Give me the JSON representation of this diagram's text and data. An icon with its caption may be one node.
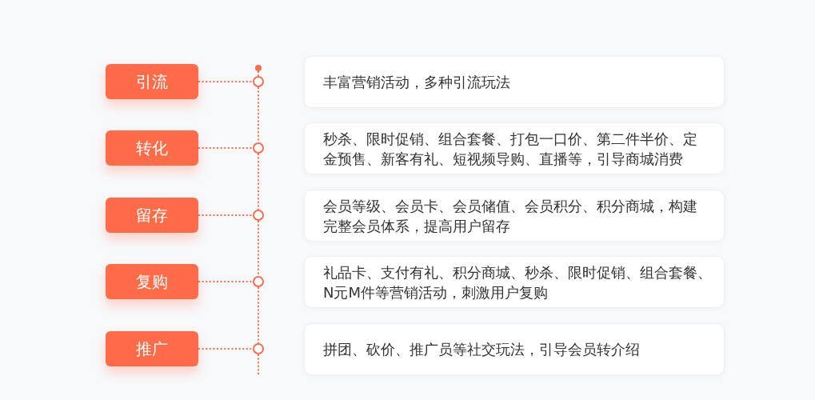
{
  "diagram": {
    "nodes": [
      {
        "text": [],
        "shape": "circle"
      },
      {
        "text": [
          "引流"
        ]
      },
      {
        "text": [],
        "shape": "circle"
      },
      {
        "text": [
          "丰富营销活动，多种引流玩法"
        ]
      },
      {
        "text": [
          "转化"
        ]
      },
      {
        "text": [],
        "shape": "circle"
      },
      {
        "text": [
          "秒杀、限时促销、组合套餐、打包一口价、第二件半价、定金预售、新客有礼、短视频导购、直播等，引导商城消费"
        ]
      },
      {
        "text": [
          "留存"
        ]
      },
      {
        "text": [],
        "shape": "circle"
      },
      {
        "text": [
          "会员等级、会员卡、会员储值、会员积分、积分商城，构建完整会员体系，提高用户留存"
        ]
      },
      {
        "text": [
          "复购"
        ]
      },
      {
        "text": [],
        "shape": "circle"
      },
      {
        "text": [
          "礼品卡、支付有礼、积分商城、秒杀、限时促销、组合套餐、N元M件等营销活动，刺激用户复购"
        ]
      },
      {
        "text": [
          "推广"
        ]
      },
      {
        "text": [],
        "shape": "circle"
      },
      {
        "text": [
          "拼团、砍价、推广员等社交玩法，引导会员转介绍"
        ]
      }
    ],
    "edges": [
      {
        "from": 0,
        "to": 2,
        "arrow": "none",
        "style": "dashed"
      },
      {
        "from": 1,
        "to": 2,
        "arrow": "none",
        "style": "dashed"
      },
      {
        "from": 2,
        "to": 5,
        "arrow": "none",
        "style": "dashed"
      },
      {
        "from": 4,
        "to": 5,
        "arrow": "none",
        "style": "dashed"
      },
      {
        "from": 5,
        "to": 8,
        "arrow": "none",
        "style": "dashed"
      },
      {
        "from": 7,
        "to": 8,
        "arrow": "none",
        "style": "dashed"
      },
      {
        "from": 8,
        "to": 11,
        "arrow": "none",
        "style": "dashed"
      },
      {
        "from": 10,
        "to": 11,
        "arrow": "none",
        "style": "dashed"
      },
      {
        "from": 11,
        "to": 14,
        "arrow": "none",
        "style": "dashed"
      },
      {
        "from": 13,
        "to": 14,
        "arrow": "none",
        "style": "dashed"
      },
      {
        "from": 14,
        "to": null,
        "arrow": "none",
        "style": "dashed"
      }
    ]
  }
}
